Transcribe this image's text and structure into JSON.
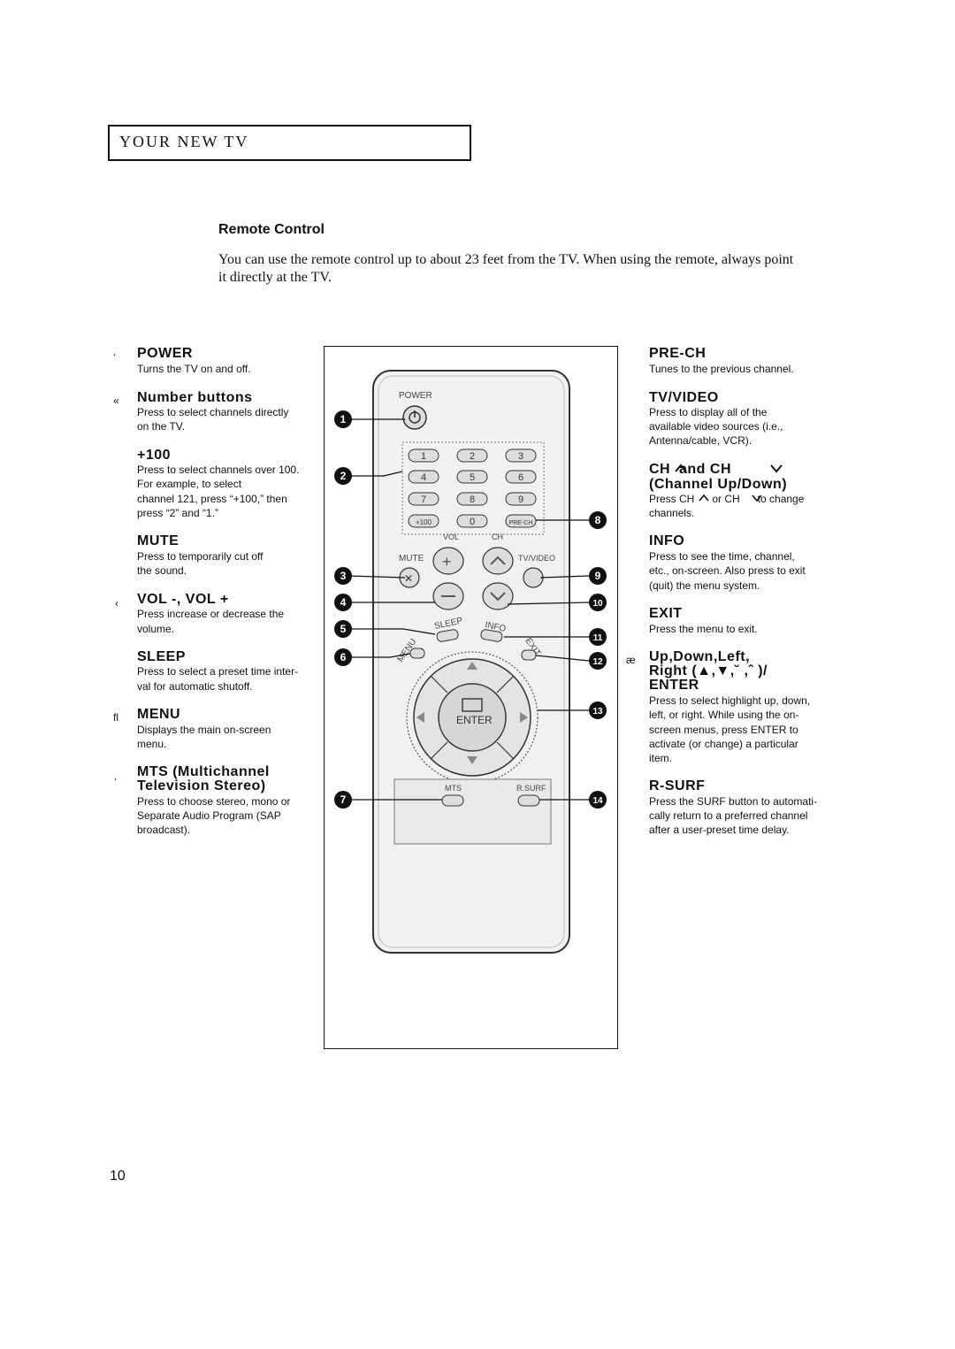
{
  "header": {
    "title": "YOUR NEW TV"
  },
  "section": {
    "title": "Remote Control",
    "intro": "You can use the remote control up to about 23 feet from the TV. When using the remote, always point it directly at the TV."
  },
  "left_column": [
    {
      "marker": "‘",
      "heading": "POWER",
      "desc_lines": [
        "Turns the TV on and off."
      ]
    },
    {
      "marker": "«",
      "heading": "Number buttons",
      "desc_lines": [
        "Press to select channels directly",
        "on the TV."
      ]
    },
    {
      "marker": "",
      "heading": "+100",
      "desc_lines": [
        "Press to select channels over 100.",
        "For example, to select",
        "channel 121, press “+100,” then",
        "press “2” and “1.”"
      ]
    },
    {
      "marker": "",
      "heading": "MUTE",
      "desc_lines": [
        "Press to temporarily cut off",
        "the sound."
      ]
    },
    {
      "marker": "‹",
      "heading": "VOL -, VOL +",
      "desc_lines": [
        "Press increase or decrease the",
        "volume."
      ]
    },
    {
      "marker": "",
      "heading": "SLEEP",
      "desc_lines": [
        "Press to select a preset time inter-",
        "val for automatic shutoff."
      ]
    },
    {
      "marker": "ﬂ",
      "heading": "MENU",
      "desc_lines": [
        "Displays the main on-screen",
        "menu."
      ]
    },
    {
      "marker": "‚",
      "heading_lines": [
        "MTS (Multichannel",
        "Television Stereo)"
      ],
      "desc_lines": [
        "Press to choose stereo, mono or",
        "Separate Audio Program (SAP",
        "broadcast)."
      ]
    }
  ],
  "right_column": [
    {
      "heading": "PRE-CH",
      "desc_lines": [
        "Tunes to the previous channel."
      ]
    },
    {
      "heading": "TV/VIDEO",
      "desc_lines": [
        "Press to display all of the",
        "available video sources (i.e.,",
        "Antenna/cable, VCR)."
      ]
    },
    {
      "heading_lines": [
        "CH  and CH",
        "(Channel Up/Down)"
      ],
      "desc_lines": [
        "Press CH      or CH      to change",
        "channels."
      ]
    },
    {
      "heading": "INFO",
      "desc_lines": [
        "Press to see the time, channel,",
        "etc., on-screen. Also press to exit",
        "(quit) the menu system."
      ]
    },
    {
      "heading": "EXIT",
      "desc_lines": [
        "Press the menu to exit."
      ]
    },
    {
      "marker": "æ",
      "heading_lines": [
        "Up,Down,Left,",
        "Right (▲,▼,˘ ,ˆ )/",
        "ENTER"
      ],
      "desc_lines": [
        "Press to select highlight up, down,",
        "left, or right. While using the on-",
        "screen menus, press ENTER to",
        "activate (or change) a particular",
        "item."
      ]
    },
    {
      "heading": "R-SURF",
      "desc_lines": [
        "Press the SURF button to automati-",
        "cally return to a preferred channel",
        "after a user-preset time delay."
      ]
    }
  ],
  "remote": {
    "power_label": "POWER",
    "number_keys": [
      "1",
      "2",
      "3",
      "4",
      "5",
      "6",
      "7",
      "8",
      "9"
    ],
    "plus100_label": "+100",
    "zero_label": "0",
    "prech_label": "PRE-CH",
    "vol_label": "VOL",
    "ch_label": "CH",
    "mute_label": "MUTE",
    "tvvideo_label": "TV/VIDEO",
    "sleep_label": "SLEEP",
    "info_label": "INFO",
    "menu_label": "MENU",
    "exit_label": "EXIT",
    "enter_label": "ENTER",
    "mts_label": "MTS",
    "rsurf_label": "R.SURF",
    "callouts": [
      "1",
      "2",
      "3",
      "4",
      "5",
      "6",
      "7",
      "8",
      "9",
      "10",
      "11",
      "12",
      "13",
      "14"
    ]
  },
  "page_number": "10"
}
